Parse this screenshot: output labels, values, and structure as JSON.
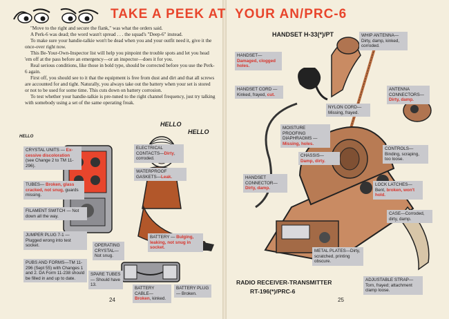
{
  "left": {
    "title": "TAKE A PEEK AT",
    "page_number": "24",
    "paragraphs": [
      "\"Move to the right and secure the flank,\" was what the orders said.",
      "A Perk-6 was dead; the word wasn't spread . . . the squad's \"Deep-6\" instead.",
      "To make sure your handie-talkie won't be dead when you and your outfit need it, give it the once-over right now.",
      "This Be-Your-Own-Inspector list will help you pinpoint the trouble spots and let you head 'em off at the pass before an emergency—or an inspector—does it for you.",
      "Real serious conditions, like those in bold type, should be corrected before you use the Perk-6 again.",
      "First off, you should see to it that the equipment is free from dust and dirt and that all screws are accounted for and tight. Naturally, you always take out the battery when your set is stored or not to be used for some time. This cuts down on battery corrosion.",
      "To test whether your handie-talkie is pre-tuned to the right channel frequency, just try talking with somebody using a set of the same operating freak."
    ],
    "hello1": "HELLO",
    "hello2": "HELLO",
    "hello3": "HELLO",
    "labels": {
      "crystal": {
        "a": "CRYSTAL UNITS — ",
        "b": "Ex-cessive discoloration",
        "c": " (see Change 2 to TM 11-296)."
      },
      "electrical": {
        "a": "ELECTRICAL CONTACTS—",
        "b": "Dirty",
        "c": ", corroded."
      },
      "waterproof": {
        "a": "WATERPROOF GASKETS—",
        "b": "Leak."
      },
      "tubes": {
        "a": "TUBES— ",
        "b": "Broken, glass cracked, not snug,",
        "c": " guards missing."
      },
      "filament": {
        "a": "FILAMENT SWITCH — Not down all the way."
      },
      "jumper": {
        "a": "JUMPER PLUG 7-1 — Plugged wrong into test socket."
      },
      "operating": {
        "a": "OPERATING CRYSTAL— Not snug."
      },
      "battery": {
        "a": "BATTERY — ",
        "b": "Bulging, leaking, not snug in socket."
      },
      "pubs": {
        "a": "PUBS AND FORMS—TM 11-296 (Sept 55) with Changes 1 and 2. DA Form 11-238 should be filled in and up to date."
      },
      "spare": {
        "a": "SPARE TUBES— Should have 13."
      },
      "battery_cable": {
        "a": "BATTERY CABLE— ",
        "b": "Broken",
        "c": ", kinked."
      },
      "battery_plug": {
        "a": "BATTERY PLUG— Broken."
      }
    }
  },
  "right": {
    "title": "YOUR AN/PRC-6",
    "page_number": "25",
    "handset_title": "HANDSET H-33(*)/PT",
    "radio_title_1": "RADIO RECEIVER-TRANSMITTER",
    "radio_title_2": "RT-196(*)/PRC-6",
    "labels": {
      "handset": {
        "a": "HANDSET— ",
        "b": "Damaged, clogged holes."
      },
      "whip": {
        "a": "WHIP ANTENNA— Dirty, damp, kinked, corroded."
      },
      "handset_cord": {
        "a": "HANDSET CORD —Kinked, frayed, ",
        "b": "cut."
      },
      "antenna_connectors": {
        "a": "ANTENNA CONNECTORS— ",
        "b": "Dirty, damp."
      },
      "nylon": {
        "a": "NYLON CORD— Missing, frayed."
      },
      "moisture": {
        "a": "MOISTURE PROOFING DIAPHRAGMS — ",
        "b": "Missing, holes."
      },
      "controls": {
        "a": "CONTROLS— Binding, scraping, too loose."
      },
      "chassis": {
        "a": "CHASSIS— ",
        "b": "Damp, dirty."
      },
      "handset_connector": {
        "a": "HANDSET CONNECTOR— ",
        "b": "Dirty, damp."
      },
      "lock": {
        "a": "LOCK LATCHES— Bent, ",
        "b": "broken, won't hold."
      },
      "case": {
        "a": "CASE—Corroded, dirty, damp."
      },
      "metal": {
        "a": "METAL PLATES—Dirty, scratched, printing obscure."
      },
      "strap": {
        "a": "ADJUSTABLE STRAP— Torn, frayed; attachment clamp loose."
      }
    }
  }
}
